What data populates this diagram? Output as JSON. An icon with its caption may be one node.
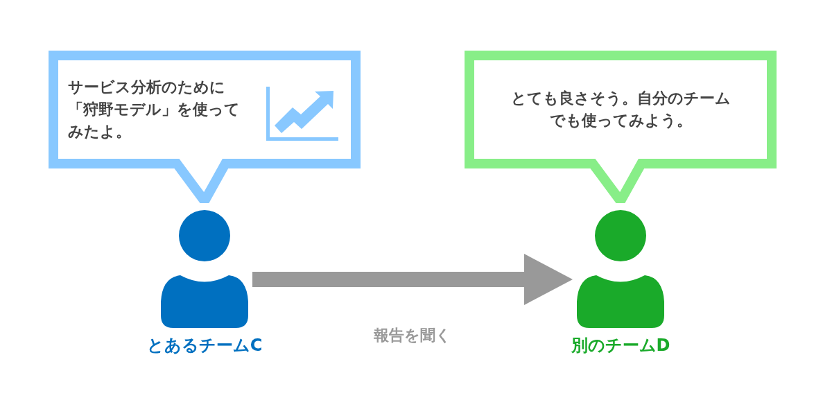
{
  "diagram": {
    "nodes": [
      {
        "text": [
          "サービス分析のために「狩野モデル」を使ってみたよ。"
        ]
      },
      {
        "text": [],
        "shape": "person",
        "beside": [
          "とあるチームC"
        ]
      },
      {
        "text": [
          "とても良さそう。自分のチームでも使ってみよう。"
        ]
      },
      {
        "text": [],
        "shape": "person",
        "beside": [
          "別のチームD"
        ]
      }
    ],
    "edges": [
      {
        "from": 1,
        "to": 3,
        "arrow": "to",
        "label": "報告を聞く"
      }
    ]
  }
}
